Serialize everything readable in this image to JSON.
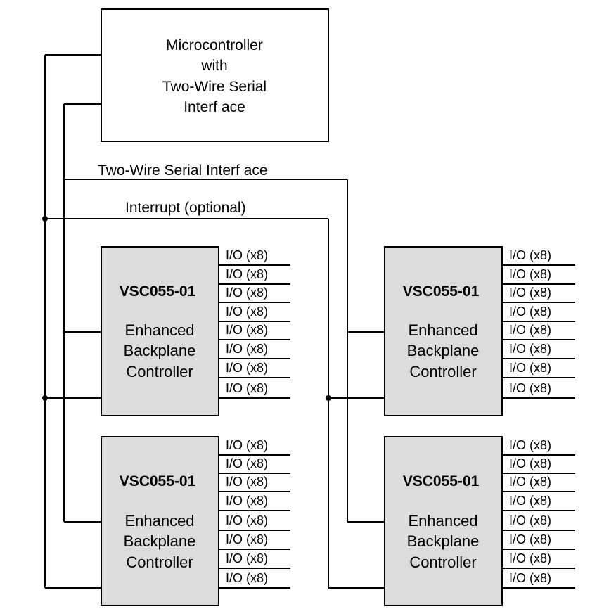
{
  "microcontroller": {
    "lines": [
      "Microcontroller",
      "with",
      "Two-Wire  Serial",
      "Interf ace"
    ]
  },
  "buses": {
    "two_wire_label": "Two-Wire Serial Interf ace",
    "interrupt_label": "Interrupt (optional)"
  },
  "controllers": [
    {
      "part": "VSC055-01",
      "desc": [
        "Enhanced",
        "Backplane",
        "Controller"
      ],
      "io": [
        "I/O  (x8)",
        "I/O  (x8)",
        "I/O  (x8)",
        "I/O  (x8)",
        "I/O  (x8)",
        "I/O  (x8)",
        "I/O  (x8)",
        "I/O  (x8)"
      ]
    },
    {
      "part": "VSC055-01",
      "desc": [
        "Enhanced",
        "Backplane",
        "Controller"
      ],
      "io": [
        "I/O  (x8)",
        "I/O  (x8)",
        "I/O  (x8)",
        "I/O  (x8)",
        "I/O  (x8)",
        "I/O  (x8)",
        "I/O  (x8)",
        "I/O  (x8)"
      ]
    },
    {
      "part": "VSC055-01",
      "desc": [
        "Enhanced",
        "Backplane",
        "Controller"
      ],
      "io": [
        "I/O  (x8)",
        "I/O  (x8)",
        "I/O  (x8)",
        "I/O  (x8)",
        "I/O  (x8)",
        "I/O  (x8)",
        "I/O  (x8)",
        "I/O  (x8)"
      ]
    },
    {
      "part": "VSC055-01",
      "desc": [
        "Enhanced",
        "Backplane",
        "Controller"
      ],
      "io": [
        "I/O  (x8)",
        "I/O  (x8)",
        "I/O  (x8)",
        "I/O  (x8)",
        "I/O  (x8)",
        "I/O  (x8)",
        "I/O  (x8)",
        "I/O  (x8)"
      ]
    }
  ],
  "colors": {
    "controller_fill": "#dcdcdc",
    "line": "#000000"
  }
}
